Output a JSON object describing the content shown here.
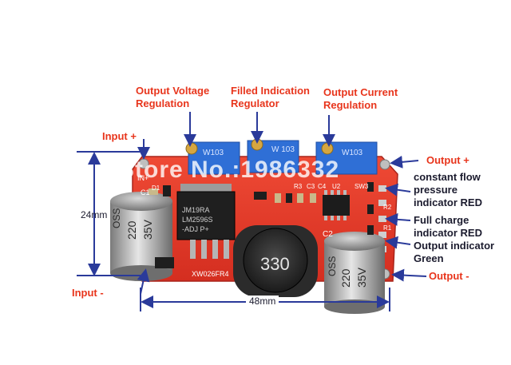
{
  "labels": {
    "output_voltage": [
      "Output Voltage",
      "Regulation"
    ],
    "filled_indication": [
      "Filled Indication",
      "Regulator"
    ],
    "output_current": [
      "Output Current",
      "Regulation"
    ],
    "input_plus": "Input +",
    "input_minus": "Input -",
    "output_plus": "Output +",
    "output_minus": "Output -",
    "constant_flow": [
      "constant flow",
      "pressure",
      "indicator RED"
    ],
    "full_charge": [
      "Full charge",
      "indicator RED"
    ],
    "output_indicator": [
      "Output indicator",
      "Green"
    ]
  },
  "dimensions": {
    "height": "24mm",
    "width": "48mm"
  },
  "watermark": "Store No.:1986332",
  "board": {
    "pot_labels": [
      "W103",
      "W 103",
      "W103"
    ],
    "chip_text": [
      "JM19RA",
      "LM2596S",
      "-ADJ P+"
    ],
    "inductor_text": "330",
    "cap_text": [
      "OSS",
      "220",
      "35V"
    ],
    "silk_text": {
      "in_plus": "IN+",
      "c1": "C1",
      "d1": "D1",
      "c2": "C2",
      "u2": "U2",
      "sw3": "SW3",
      "r3": "R3",
      "c3": "C3",
      "c4": "C4",
      "r2": "R2",
      "r1": "R1",
      "board_id": "XW026FR4"
    }
  },
  "colors": {
    "label_red": "#e8351c",
    "label_dark": "#1b1b2e",
    "pcb": "#e8392a",
    "pot_blue": "#2f6fd6",
    "arrow_blue": "#2a3a9a"
  }
}
